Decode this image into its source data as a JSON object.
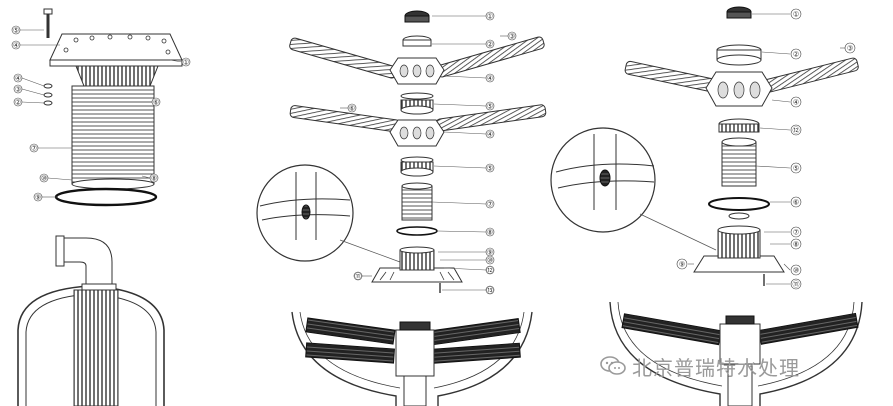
{
  "watermark": {
    "text": "北京普瑞特水处理",
    "icon": "wechat-icon",
    "color": "#9a9a9a"
  },
  "panel_a": {
    "callouts": [
      "⑤",
      "④",
      "①",
      "④",
      "③",
      "②",
      "⑥",
      "⑦",
      "⑩",
      "⑧",
      "⑨"
    ]
  },
  "panel_b": {
    "callouts": [
      "①",
      "②",
      "③",
      "④",
      "⑤",
      "⑥",
      "④",
      "⑤",
      "⑦",
      "⑧",
      "⑨",
      "⑩",
      "⑪",
      "⑫",
      "⑬"
    ]
  },
  "panel_c": {
    "callouts": [
      "①",
      "②",
      "③",
      "④",
      "⑫",
      "⑤",
      "⑥",
      "⑦",
      "⑧",
      "⑨",
      "⑩",
      "⑪"
    ]
  }
}
